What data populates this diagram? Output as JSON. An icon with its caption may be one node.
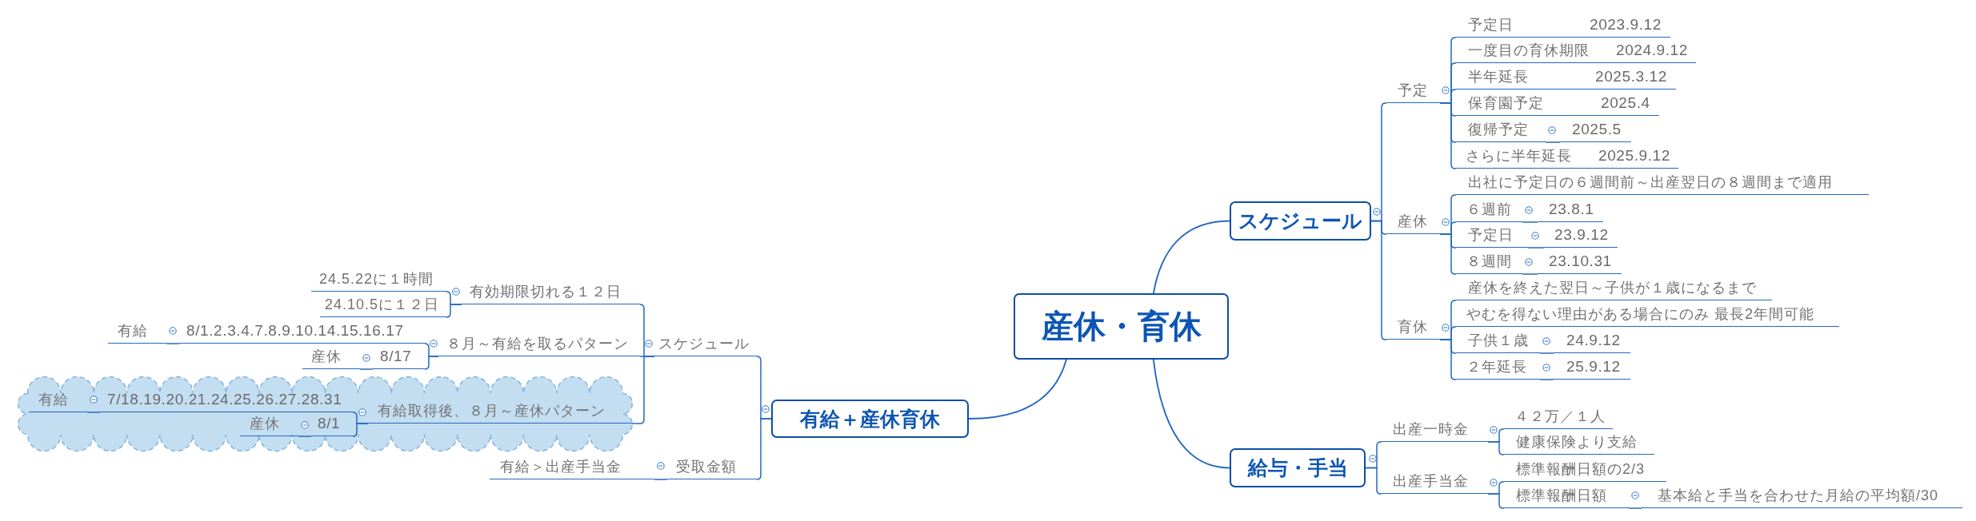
{
  "diagram": {
    "nodes": [
      {
        "text": [
          "産休・育休"
        ]
      },
      {
        "text": [
          "スケジュール"
        ]
      },
      {
        "text": [
          "予定"
        ]
      },
      {
        "text": [
          "予定日",
          "2023.9.12"
        ]
      },
      {
        "text": [
          "一度目の育休期限",
          "2024.9.12"
        ]
      },
      {
        "text": [
          "半年延長",
          "2025.3.12"
        ]
      },
      {
        "text": [
          "保育園予定",
          "2025.4"
        ]
      },
      {
        "text": [
          "復帰予定"
        ]
      },
      {
        "text": [
          "2025.5"
        ]
      },
      {
        "text": [
          "さらに半年延長",
          "2025.9.12"
        ]
      },
      {
        "text": [
          "産休"
        ]
      },
      {
        "text": [
          "出社に予定日の６週間前～出産翌日の８週間まで適用"
        ]
      },
      {
        "text": [
          "６週前"
        ]
      },
      {
        "text": [
          "23.8.1"
        ]
      },
      {
        "text": [
          "予定日"
        ]
      },
      {
        "text": [
          "23.9.12"
        ]
      },
      {
        "text": [
          "８週間"
        ]
      },
      {
        "text": [
          "23.10.31"
        ]
      },
      {
        "text": [
          "育休"
        ]
      },
      {
        "text": [
          "産休を終えた翌日～子供が１歳になるまで"
        ]
      },
      {
        "text": [
          "やむを得ない理由がある場合にのみ 最長2年間可能"
        ]
      },
      {
        "text": [
          "子供１歳"
        ]
      },
      {
        "text": [
          "24.9.12"
        ]
      },
      {
        "text": [
          "２年延長"
        ]
      },
      {
        "text": [
          "25.9.12"
        ]
      },
      {
        "text": [
          "給与・手当"
        ]
      },
      {
        "text": [
          "出産一時金"
        ]
      },
      {
        "text": [
          "４２万／１人"
        ]
      },
      {
        "text": [
          "健康保険より支給"
        ]
      },
      {
        "text": [
          "出産手当金"
        ]
      },
      {
        "text": [
          "標準報酬日額の2/3"
        ]
      },
      {
        "text": [
          "標準報酬日額"
        ]
      },
      {
        "text": [
          "基本給と手当を合わせた月給の平均額/30"
        ]
      },
      {
        "text": [
          "有給＋産休育休"
        ]
      },
      {
        "text": [
          "スケジュール"
        ]
      },
      {
        "text": [
          "有効期限切れる１２日"
        ]
      },
      {
        "text": [
          "24.5.22に１時間"
        ]
      },
      {
        "text": [
          "24.10.5に１２日"
        ]
      },
      {
        "text": [
          "８月～有給を取るパターン"
        ]
      },
      {
        "text": [
          "有給"
        ]
      },
      {
        "text": [
          "8/1.2.3.4.7.8.9.10.14.15.16.17"
        ]
      },
      {
        "text": [
          "産休"
        ]
      },
      {
        "text": [
          "8/17"
        ]
      },
      {
        "text": [],
        "shape": "cloud"
      },
      {
        "text": [
          "有給取得後、８月～産休パターン"
        ],
        "in": 43
      },
      {
        "text": [
          "有給"
        ],
        "in": 43
      },
      {
        "text": [
          "7/18.19.20.21.24.25.26.27.28.31"
        ],
        "in": 43
      },
      {
        "text": [
          "産休"
        ],
        "in": 43
      },
      {
        "text": [
          "8/1"
        ],
        "in": 43
      },
      {
        "text": [
          "有給＞出産手当金"
        ]
      },
      {
        "text": [
          "受取金額"
        ]
      }
    ],
    "edges": [
      {
        "from": 0,
        "to": 1,
        "arrow": "none"
      },
      {
        "from": 0,
        "to": 25,
        "arrow": "none"
      },
      {
        "from": 0,
        "to": 33,
        "arrow": "none"
      },
      {
        "from": 1,
        "to": 2,
        "arrow": "none"
      },
      {
        "from": 1,
        "to": 10,
        "arrow": "none"
      },
      {
        "from": 1,
        "to": 18,
        "arrow": "none"
      },
      {
        "from": 2,
        "to": 3,
        "arrow": "none"
      },
      {
        "from": 2,
        "to": 4,
        "arrow": "none"
      },
      {
        "from": 2,
        "to": 5,
        "arrow": "none"
      },
      {
        "from": 2,
        "to": 6,
        "arrow": "none"
      },
      {
        "from": 2,
        "to": 7,
        "arrow": "none"
      },
      {
        "from": 7,
        "to": 8,
        "arrow": "none"
      },
      {
        "from": 2,
        "to": 9,
        "arrow": "none"
      },
      {
        "from": 10,
        "to": 11,
        "arrow": "none"
      },
      {
        "from": 10,
        "to": 12,
        "arrow": "none"
      },
      {
        "from": 12,
        "to": 13,
        "arrow": "none"
      },
      {
        "from": 10,
        "to": 14,
        "arrow": "none"
      },
      {
        "from": 14,
        "to": 15,
        "arrow": "none"
      },
      {
        "from": 10,
        "to": 16,
        "arrow": "none"
      },
      {
        "from": 16,
        "to": 17,
        "arrow": "none"
      },
      {
        "from": 18,
        "to": 19,
        "arrow": "none"
      },
      {
        "from": 18,
        "to": 20,
        "arrow": "none"
      },
      {
        "from": 18,
        "to": 21,
        "arrow": "none"
      },
      {
        "from": 21,
        "to": 22,
        "arrow": "none"
      },
      {
        "from": 18,
        "to": 23,
        "arrow": "none"
      },
      {
        "from": 23,
        "to": 24,
        "arrow": "none"
      },
      {
        "from": 25,
        "to": 26,
        "arrow": "none"
      },
      {
        "from": 25,
        "to": 29,
        "arrow": "none"
      },
      {
        "from": 26,
        "to": 27,
        "arrow": "none"
      },
      {
        "from": 26,
        "to": 28,
        "arrow": "none"
      },
      {
        "from": 29,
        "to": 30,
        "arrow": "none"
      },
      {
        "from": 29,
        "to": 31,
        "arrow": "none"
      },
      {
        "from": 31,
        "to": 32,
        "arrow": "none"
      },
      {
        "from": 33,
        "to": 34,
        "arrow": "none"
      },
      {
        "from": 33,
        "to": 50,
        "arrow": "none"
      },
      {
        "from": 50,
        "to": 49,
        "arrow": "none"
      },
      {
        "from": 34,
        "to": 35,
        "arrow": "none"
      },
      {
        "from": 35,
        "to": 36,
        "arrow": "none"
      },
      {
        "from": 35,
        "to": 37,
        "arrow": "none"
      },
      {
        "from": 34,
        "to": 38,
        "arrow": "none"
      },
      {
        "from": 38,
        "to": 40,
        "arrow": "none"
      },
      {
        "from": 40,
        "to": 39,
        "arrow": "none"
      },
      {
        "from": 38,
        "to": 42,
        "arrow": "none"
      },
      {
        "from": 42,
        "to": 41,
        "arrow": "none"
      },
      {
        "from": 34,
        "to": 44,
        "arrow": "none"
      },
      {
        "from": 44,
        "to": 46,
        "arrow": "none"
      },
      {
        "from": 46,
        "to": 45,
        "arrow": "none"
      },
      {
        "from": 44,
        "to": 48,
        "arrow": "none"
      },
      {
        "from": 48,
        "to": 47,
        "arrow": "none"
      }
    ]
  }
}
